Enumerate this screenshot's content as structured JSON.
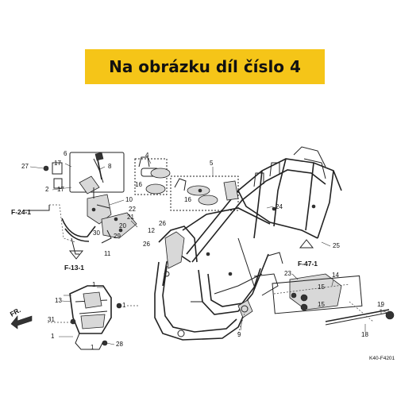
{
  "banner": {
    "text": "Na obrázku díl číslo 4",
    "color": "#f5c518"
  },
  "callouts": {
    "c1a": "1",
    "c1b": "1",
    "c1c": "1",
    "c1d": "1",
    "c2": "2",
    "c4": "4",
    "c5": "5",
    "c6": "6",
    "c8": "8",
    "c9": "9",
    "c10": "10",
    "c11": "11",
    "c12": "12",
    "c13": "13",
    "c14": "14",
    "c15a": "15",
    "c15b": "15",
    "c16a": "16",
    "c16b": "16",
    "c17a": "17",
    "c17b": "17",
    "c18": "18",
    "c19": "19",
    "c20": "20",
    "c21": "21",
    "c22": "22",
    "c23": "23",
    "c24": "24",
    "c25": "25",
    "c26a": "26",
    "c26b": "26",
    "c27": "27",
    "c28": "28",
    "c29": "29",
    "c30": "30",
    "c31": "31"
  },
  "refs": {
    "f24": "F-24-1",
    "f13": "F-13-1",
    "f47": "F-47-1"
  },
  "front_label": "FR.",
  "drawing_code": "K40-F4201"
}
